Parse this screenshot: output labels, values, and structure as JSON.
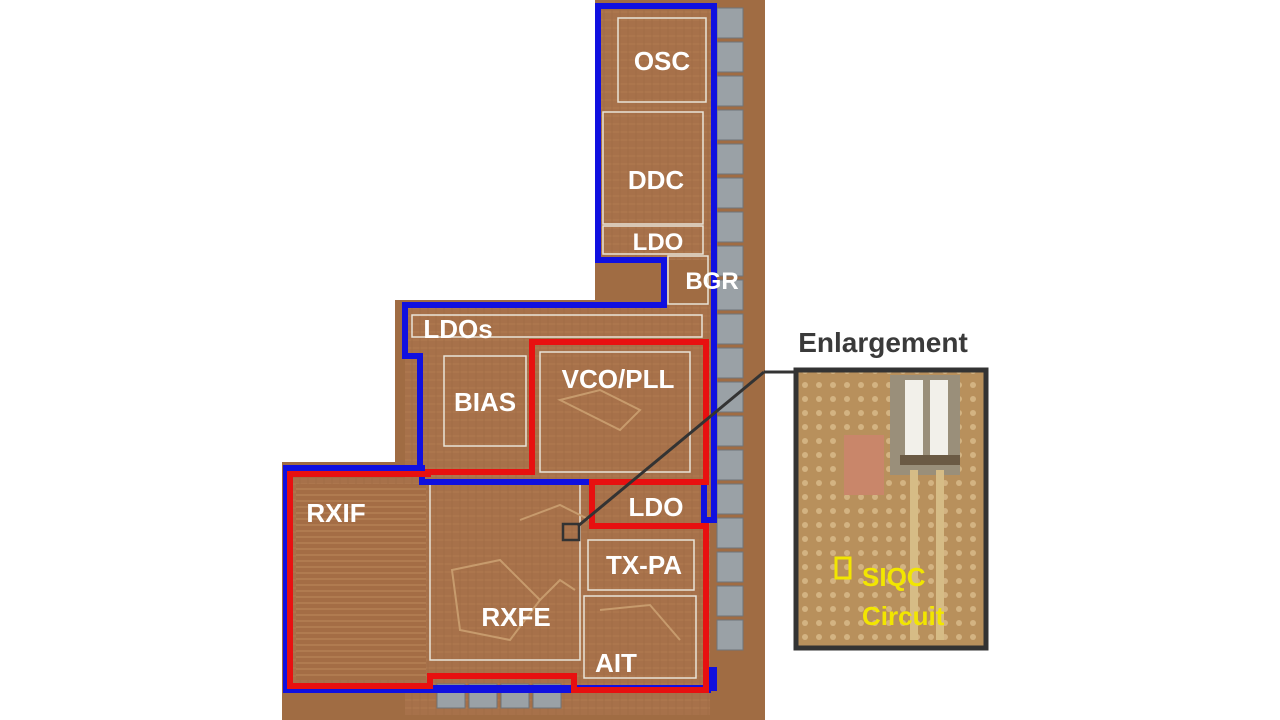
{
  "blocks": {
    "osc": "OSC",
    "ddc": "DDC",
    "ldo_top": "LDO",
    "bgr": "BGR",
    "ldos": "LDOs",
    "bias": "BIAS",
    "vco_pll": "VCO/PLL",
    "rxif": "RXIF",
    "ldo_mid": "LDO",
    "tx_pa": "TX-PA",
    "rxfe": "RXFE",
    "ait": "AIT"
  },
  "enlargement": {
    "title": "Enlargement",
    "siqc_line1": "SIQC",
    "siqc_line2": "Circuit"
  },
  "colors": {
    "die": "#a9744a",
    "die_dark": "#8c5a33",
    "pad": "#9aa1a6",
    "blue_outline": "#1010e0",
    "red_outline": "#e81010",
    "block_line": "#e9e4d8",
    "callout": "#333333",
    "siqc": "#f2e600"
  }
}
